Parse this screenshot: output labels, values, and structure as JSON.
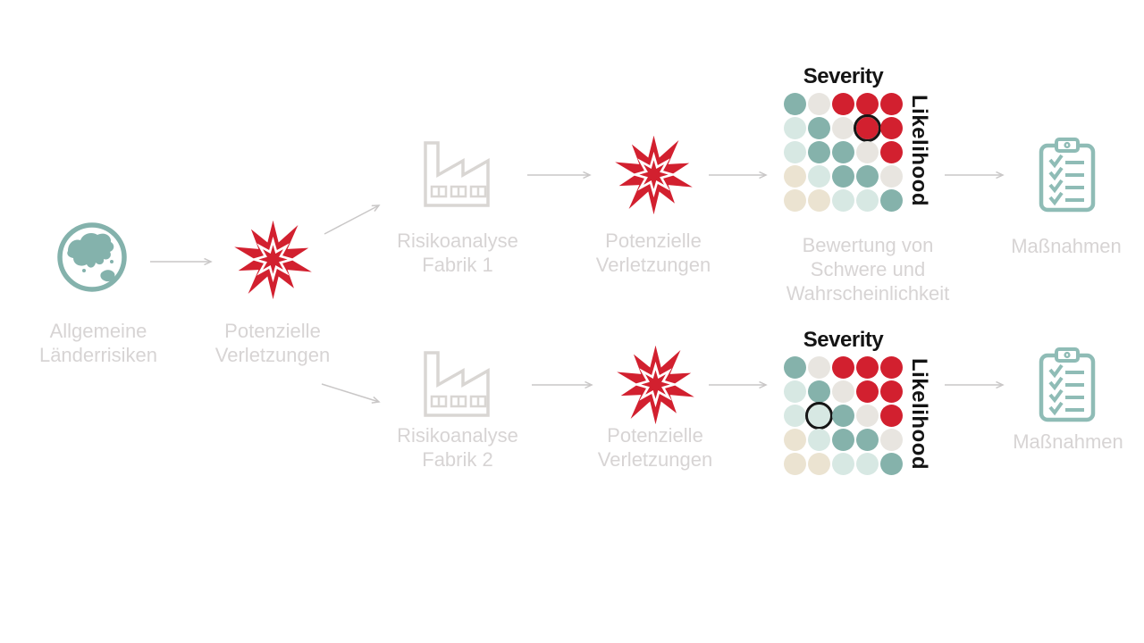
{
  "diagram": {
    "stage_country": {
      "icon": "globe-icon",
      "label": "Allgemeine Länderrisiken"
    },
    "stage_injuries": {
      "icon": "explosion-icon",
      "label": "Potenzielle Verletzungen"
    },
    "rows": [
      {
        "factory": {
          "icon": "factory-icon",
          "label": "Risikoanalyse Fabrik 1"
        },
        "injuries": {
          "icon": "explosion-icon",
          "label": "Potenzielle Verletzungen"
        },
        "matrix_caption": "Bewertung von Schwere und Wahrscheinlichkeit",
        "measures": {
          "icon": "checklist-clipboard-icon",
          "label": "Maßnahmen"
        }
      },
      {
        "factory": {
          "icon": "factory-icon",
          "label": "Risikoanalyse Fabrik 2"
        },
        "injuries": {
          "icon": "explosion-icon",
          "label": "Potenzielle Verletzungen"
        },
        "measures": {
          "icon": "checklist-clipboard-icon",
          "label": "Maßnahmen"
        }
      }
    ],
    "matrices": [
      {
        "title": "Severity",
        "axis_right": "Likelihood",
        "highlight": {
          "row": 1,
          "col": 3
        },
        "grid": [
          [
            "teal",
            "gray",
            "red",
            "red",
            "red"
          ],
          [
            "pale",
            "teal",
            "gray",
            "red",
            "red"
          ],
          [
            "pale",
            "teal",
            "teal",
            "gray",
            "red"
          ],
          [
            "beige",
            "pale",
            "teal",
            "teal",
            "gray"
          ],
          [
            "beige",
            "beige",
            "pale",
            "pale",
            "teal"
          ]
        ]
      },
      {
        "title": "Severity",
        "axis_right": "Likelihood",
        "highlight": {
          "row": 2,
          "col": 1
        },
        "grid": [
          [
            "teal",
            "gray",
            "red",
            "red",
            "red"
          ],
          [
            "pale",
            "teal",
            "gray",
            "red",
            "red"
          ],
          [
            "pale",
            "pale",
            "teal",
            "gray",
            "red"
          ],
          [
            "beige",
            "pale",
            "teal",
            "teal",
            "gray"
          ],
          [
            "beige",
            "beige",
            "pale",
            "pale",
            "teal"
          ]
        ]
      }
    ],
    "palette": {
      "teal": "#85b2ab",
      "pale": "#d7e8e3",
      "gray": "#e8e5e0",
      "beige": "#ebe3d1",
      "red": "#d2202f",
      "ring": "#161616",
      "icon_teal": "#8fbcb6",
      "icon_gray": "#d9d6d3",
      "label_text": "#d7d4d4",
      "arrow": "#c9c7c7"
    }
  }
}
